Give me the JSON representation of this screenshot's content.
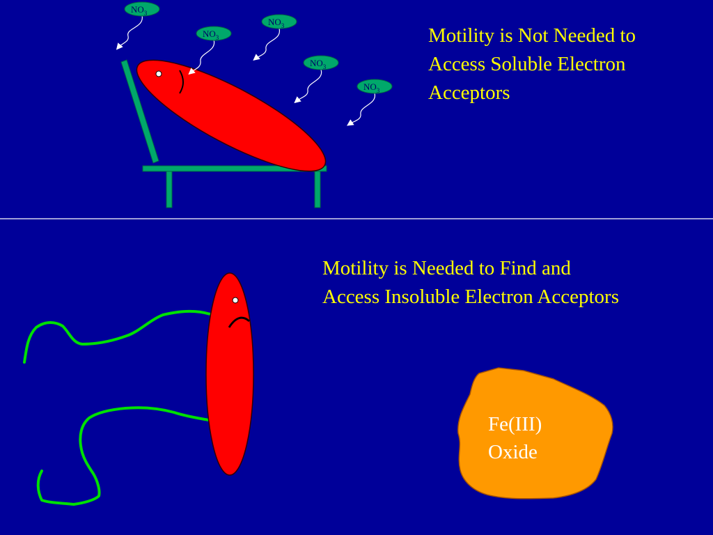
{
  "captions": {
    "top": [
      "Motility is Not Needed to",
      "Access Soluble Electron",
      "Acceptors"
    ],
    "bottom": [
      "Motility is Needed to Find and",
      "Access Insoluble Electron Acceptors"
    ]
  },
  "nitrate": {
    "main": "NO",
    "sub": "3"
  },
  "oxide": [
    "Fe(III)",
    "Oxide"
  ],
  "colors": {
    "background": "#000099",
    "caption": "#ffff00",
    "bacterium": "#ff0000",
    "chair": "#00a86b",
    "flagella": "#00e000",
    "oxide": "#ff9900",
    "nitrate_bubble": "#00a86b",
    "divider": "#ffffff"
  }
}
